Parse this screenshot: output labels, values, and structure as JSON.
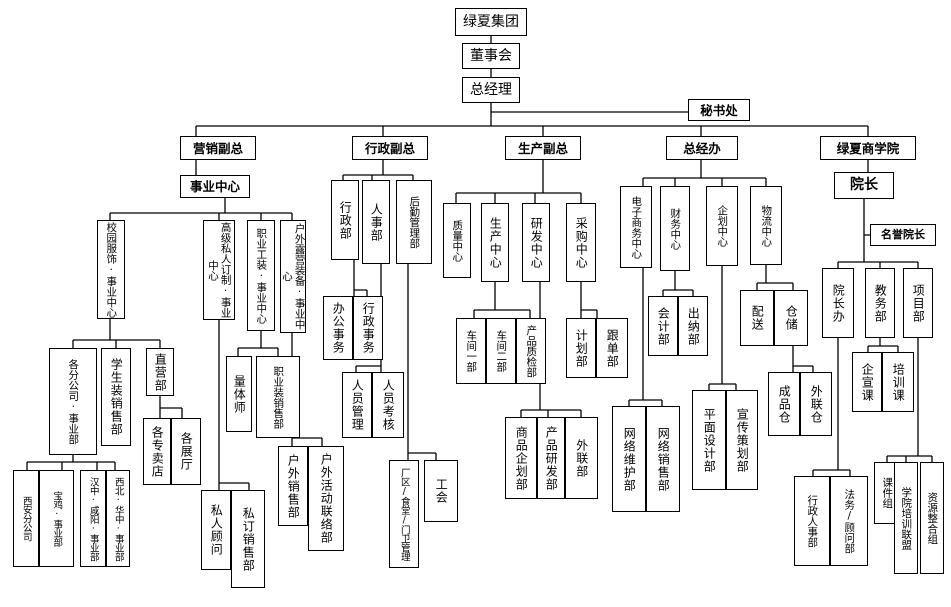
{
  "org": {
    "top": {
      "group": "绿夏集团",
      "board": "董事会",
      "gm": "总经理",
      "secretariat": "秘书处"
    },
    "div": {
      "sales": "营销副总",
      "admin": "行政副总",
      "prod": "生产副总",
      "office": "总经办",
      "academy": "绿夏商学院"
    },
    "sales": {
      "center": "事业中心",
      "campus": "校园服饰·事业中心",
      "custom": "高级私人订制·事业中心",
      "workwear": "职业工装·事业中心",
      "outdoor": "户外露营装备·事业中心",
      "branches": "各分公司·事业部",
      "student": "学生装销售部",
      "direct": "直营部",
      "xian": "西安分公司",
      "baoji": "宝鸡·事业部",
      "hanzhong": "汉中·咸阳·事业部",
      "northwest": "西北·华中·事业部",
      "stores": "各专卖店",
      "halls": "各展厅",
      "quant": "量体师",
      "wwsales": "职业装销售部",
      "advisor": "私人顾问",
      "csales": "私订销售部",
      "osales": "户外销售部",
      "oevent": "户外活动联络部"
    },
    "admin": {
      "adm": "行政部",
      "hr": "人事部",
      "logistics": "后勤管理部",
      "office": "办公事务",
      "affairs": "行政事务",
      "staffmgmt": "人员管理",
      "staffeval": "人员考核",
      "factory": "厂区/食堂/门卫管理",
      "union": "工会"
    },
    "prod": {
      "quality": "质量中心",
      "production": "生产中心",
      "rnd": "研发中心",
      "purchase": "采购中心",
      "ws1": "车间一部",
      "ws2": "车间二部",
      "qc": "产品质检部",
      "plan": "计划部",
      "follow": "跟单部",
      "prodplan": "商品企划部",
      "prodrnd": "产品研发部",
      "outsource": "外联部"
    },
    "office": {
      "ecommerce": "电子商务中心",
      "finance": "财务中心",
      "planning": "企划中心",
      "logistics": "物流中心",
      "accounting": "会计部",
      "cashier": "出纳部",
      "netmaint": "网络维护部",
      "netsales": "网络销售部",
      "design": "平面设计部",
      "promo": "宣传策划部",
      "delivery": "配送",
      "storage": "仓储",
      "finished": "成品仓",
      "external": "外联仓"
    },
    "academy": {
      "dean": "院长",
      "honorary": "名誉院长",
      "deanoffice": "院长办",
      "academic": "教务部",
      "project": "项目部",
      "publicity": "企宣课",
      "training": "培训课",
      "hradmin": "行政人事部",
      "legal": "法务/顾问部",
      "courseware": "课件组",
      "trainalliance": "学院培训联盟",
      "resource": "资源整合组"
    }
  }
}
